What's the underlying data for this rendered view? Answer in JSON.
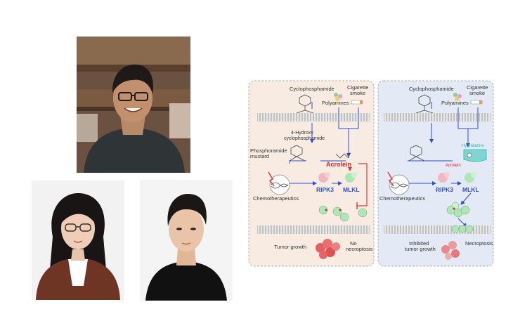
{
  "colors": {
    "left_panel_bg": "#f8ece2",
    "right_panel_bg": "#e3e9f5",
    "arrow_blue": "#2a4ed6",
    "inhibit_red": "#e23a3a",
    "acrolein_red": "#e02020",
    "protein_blue": "#2a4ed6",
    "hydralazine_teal": "#2ab7b0"
  },
  "figure": {
    "left": {
      "cyclophosphamide": "Cyclophosphamide",
      "cigarette_smoke": "Cigarette\nsmoke",
      "polyamines": "Polyamines",
      "hydroxy": "4-Hydroxy\ncyclophosphamide",
      "phosphoramide": "Phosphoramide\nmustard",
      "acrolein": "Acrolein",
      "ripk3": "RIPK3",
      "mlkl": "MLKL",
      "chemotherapeutics": "Chemotherapeutics",
      "tumor_growth": "Tumor growth",
      "no_necroptosis": "No\nnecroptosis"
    },
    "right": {
      "cyclophosphamide": "Cyclophosphamide",
      "cigarette_smoke": "Cigarette\nsmoke",
      "polyamines": "Polyamines",
      "hydralazine": "Hydralazine",
      "acrolein": "Acrolein",
      "ripk3": "RIPK3",
      "mlkl": "MLKL",
      "chemotherapeutics": "Chemotherapeutics",
      "inhibited_tumor_growth": "Inhibited\ntumor growth",
      "necroptosis": "Necroptosis"
    }
  }
}
